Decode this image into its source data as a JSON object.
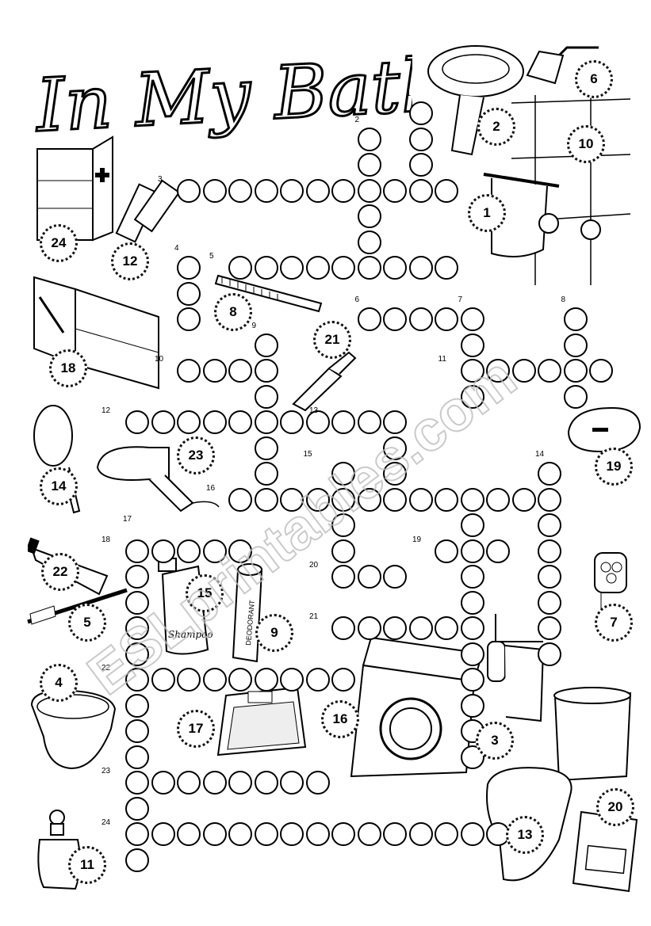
{
  "title": "In My Bathroom",
  "watermark": "ESLprintables.com",
  "clue_numbers": [
    "1",
    "2",
    "3",
    "4",
    "5",
    "6",
    "7",
    "8",
    "9",
    "10",
    "11",
    "12",
    "13",
    "14",
    "15",
    "16",
    "17",
    "18",
    "19",
    "20",
    "21",
    "22",
    "23",
    "24"
  ],
  "picture_labels": {
    "medicine_cabinet": "24",
    "first_aid_plasters": "12",
    "mirror_cabinet": "18",
    "hand_mirror": "14",
    "hair_dryer": "23",
    "comb": "8",
    "curling_iron": "21",
    "sink": "2",
    "shower": "6",
    "tiles": "10",
    "towel": "1",
    "soap": "19",
    "shaver": "7",
    "toothpaste": "22",
    "toothbrush": "5",
    "shampoo": "15",
    "deodorant": "9",
    "bidet": "4",
    "scale": "17",
    "washing_machine": "16",
    "toilet_paper": "3",
    "toilet": "13",
    "heater_panel": "20",
    "perfume": "11"
  },
  "product_labels": {
    "deodorant_text": "DEODORANT",
    "shampoo_text": "Shampoo"
  },
  "colors": {
    "ink": "#000000",
    "paper": "#ffffff",
    "watermark": "#bdbdbd"
  }
}
